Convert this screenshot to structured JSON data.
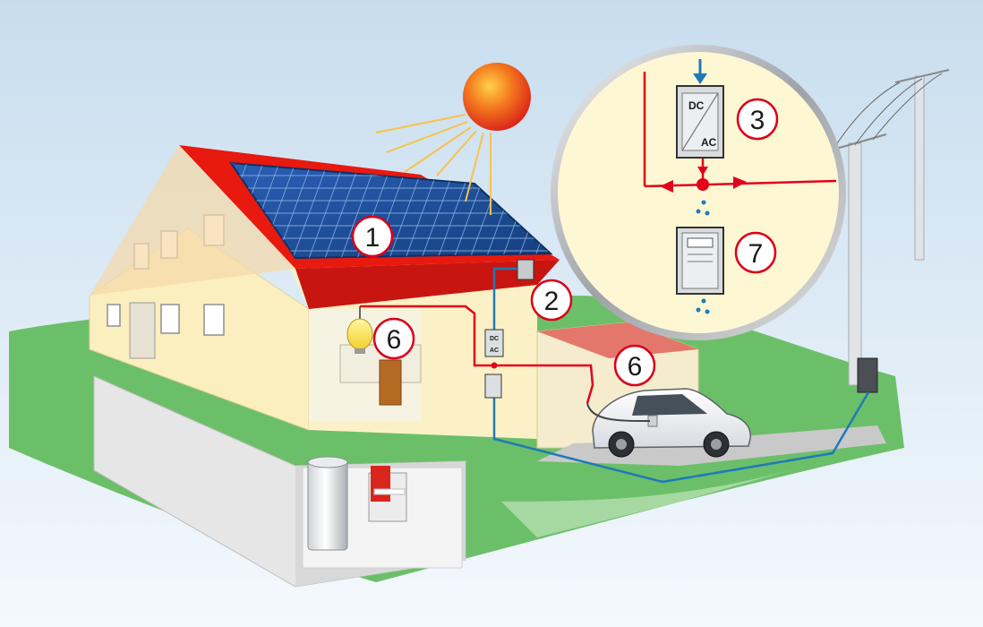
{
  "markers": {
    "pv_array": "1",
    "junction": "2",
    "inverter": "3",
    "lamp_consumer": "6",
    "car_consumer": "6",
    "meter": "7"
  },
  "inverter_labels": {
    "dc": "DC",
    "ac": "AC"
  },
  "colors": {
    "sky_top": "#c9dfef",
    "sky_bottom": "#f3f8fc",
    "grass": "#6dc06a",
    "roof": "#e8190f",
    "wall": "#fbf0c0",
    "panel": "#1e4fa0",
    "power_line_red": "#e3001b",
    "data_line_blue": "#1f7ab8",
    "sun": "#e8321e",
    "badge_ring": "#d9001b"
  }
}
